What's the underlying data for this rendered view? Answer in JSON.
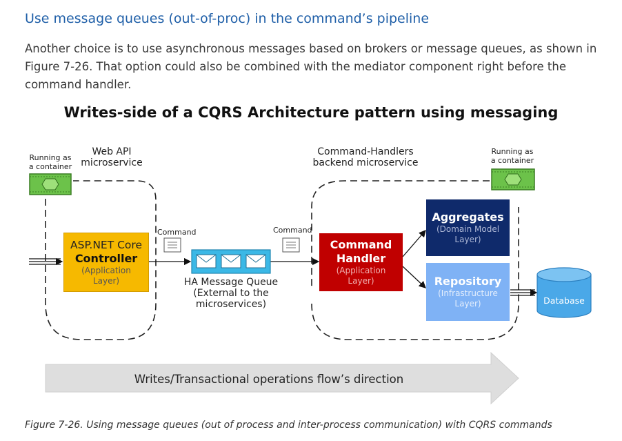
{
  "heading": "Use message queues (out-of-proc) in the command’s pipeline",
  "intro": "Another choice is to use asynchronous messages based on brokers or message queues, as shown in Figure 7-26. That option could also be combined with the mediator component right before the command handler.",
  "diagram": {
    "title": "Writes-side of a CQRS Architecture pattern using messaging",
    "left_container_label_1": "Running as",
    "left_container_label_2": "a container",
    "webapi_label_1": "Web API",
    "webapi_label_2": "microservice",
    "aspnet_line1": "ASP.NET Core",
    "aspnet_line2": "Controller",
    "aspnet_line3": "(Application",
    "aspnet_line4": "Layer)",
    "command_left": "Command",
    "command_right": "Command",
    "queue_line1": "HA Message Queue",
    "queue_line2": "(External to the",
    "queue_line3": "microservices)",
    "handlers_label_1": "Command-Handlers",
    "handlers_label_2": "backend microservice",
    "right_container_label_1": "Running as",
    "right_container_label_2": "a container",
    "cmdhandler_line1": "Command",
    "cmdhandler_line2": "Handler",
    "cmdhandler_line3": "(Application",
    "cmdhandler_line4": "Layer)",
    "aggregates_line1": "Aggregates",
    "aggregates_line2": "(Domain Model",
    "aggregates_line3": "Layer)",
    "repository_line1": "Repository",
    "repository_line2": "(Infrastructure",
    "repository_line3": "Layer)",
    "database": "Database",
    "flow_label": "Writes/Transactional operations flow’s direction"
  },
  "caption": "Figure 7-26. Using message queues (out of process and inter-process communication) with CQRS commands",
  "colors": {
    "heading": "#1f5fa8",
    "aspnet_box": "#f6b900",
    "queue": "#3bb8e6",
    "command_handler": "#c00000",
    "aggregates": "#0f2a6b",
    "repository": "#7fb2f5",
    "database": "#4aa8e8",
    "container_icon": "#6cc24a"
  }
}
